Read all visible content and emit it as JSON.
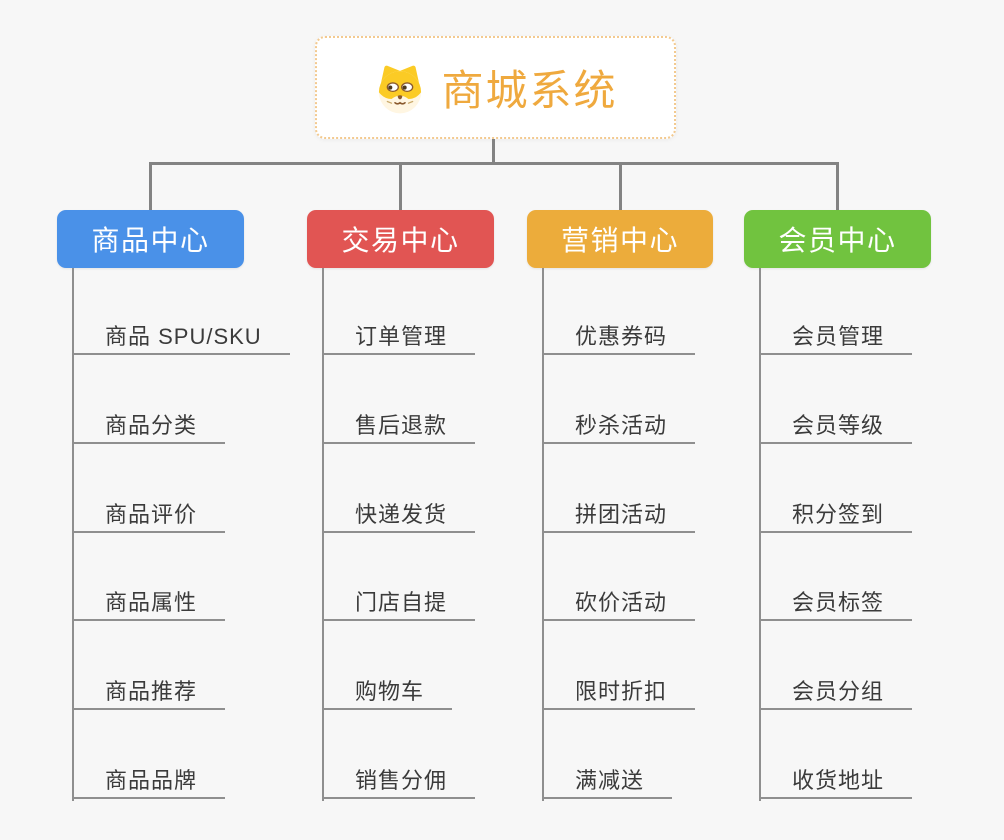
{
  "root": {
    "title": "商城系统",
    "icon": "dog-face-icon"
  },
  "branches": [
    {
      "label": "商品中心",
      "color": "#4A91E8",
      "items": [
        "商品 SPU/SKU",
        "商品分类",
        "商品评价",
        "商品属性",
        "商品推荐",
        "商品品牌"
      ]
    },
    {
      "label": "交易中心",
      "color": "#E15553",
      "items": [
        "订单管理",
        "售后退款",
        "快递发货",
        "门店自提",
        "购物车",
        "销售分佣"
      ]
    },
    {
      "label": "营销中心",
      "color": "#ECAC3B",
      "items": [
        "优惠券码",
        "秒杀活动",
        "拼团活动",
        "砍价活动",
        "限时折扣",
        "满减送"
      ]
    },
    {
      "label": "会员中心",
      "color": "#71C33F",
      "items": [
        "会员管理",
        "会员等级",
        "积分签到",
        "会员标签",
        "会员分组",
        "收货地址"
      ]
    }
  ],
  "colors": {
    "background": "#F7F7F7",
    "root_background": "#FFFFFF",
    "root_border": "#F3CA90",
    "root_title": "#EFA93E",
    "header_text": "#FFFFFF",
    "connector": "#838383",
    "underline": "#8F8F8F",
    "item_text": "#3B3B3B",
    "dog_yellow": "#FBCB25",
    "dog_cream": "#FFF6E2",
    "dog_brown": "#8A5A2E"
  }
}
